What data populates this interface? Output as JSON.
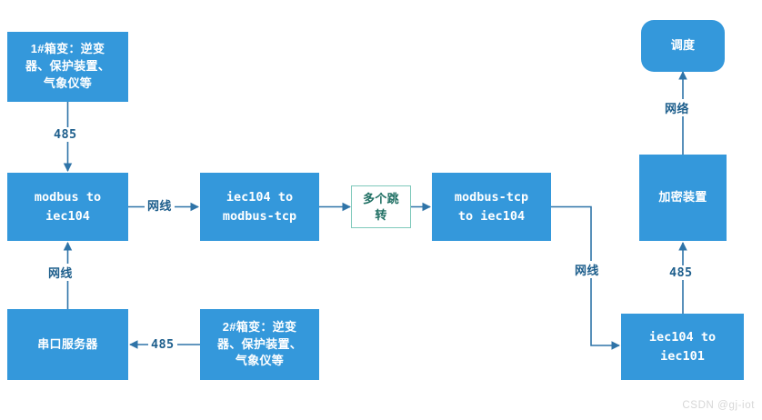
{
  "diagram": {
    "colors": {
      "node_fill": "#3498db",
      "node_text": "#ffffff",
      "outline_node_fill": "#ffffff",
      "outline_node_border": "#7fc9bb",
      "outline_node_text": "#1f6f63",
      "edge_line": "#2f74a8",
      "edge_label_text": "#1d5e8c",
      "background": "#ffffff",
      "watermark_text": "#d7d7d7"
    },
    "nodes": [
      {
        "id": "box1",
        "label": "1#箱变：逆变\n器、保护装置、\n气象仪等"
      },
      {
        "id": "modbus104",
        "label": "modbus to\niec104"
      },
      {
        "id": "serial",
        "label": "串口服务器"
      },
      {
        "id": "box2",
        "label": "2#箱变：逆变\n器、保护装置、\n气象仪等"
      },
      {
        "id": "iec104tcp",
        "label": "iec104 to\nmodbus-tcp"
      },
      {
        "id": "hops",
        "label": "多个跳\n转"
      },
      {
        "id": "tcp104",
        "label": "modbus-tcp\nto iec104"
      },
      {
        "id": "encrypt",
        "label": "加密装置"
      },
      {
        "id": "dispatch",
        "label": "调度"
      },
      {
        "id": "iec101",
        "label": "iec104 to\niec101"
      }
    ],
    "edges": [
      {
        "id": "e1",
        "from": "box1",
        "to": "modbus104",
        "label": "485"
      },
      {
        "id": "e2",
        "from": "serial",
        "to": "modbus104",
        "label": "网线"
      },
      {
        "id": "e3",
        "from": "box2",
        "to": "serial",
        "label": "485"
      },
      {
        "id": "e4",
        "from": "modbus104",
        "to": "iec104tcp",
        "label": "网线"
      },
      {
        "id": "e5",
        "from": "iec104tcp",
        "to": "hops",
        "label": ""
      },
      {
        "id": "e6",
        "from": "hops",
        "to": "tcp104",
        "label": ""
      },
      {
        "id": "e7",
        "from": "tcp104",
        "to": "iec101",
        "label": "网线"
      },
      {
        "id": "e8",
        "from": "iec101",
        "to": "encrypt",
        "label": "485"
      },
      {
        "id": "e9",
        "from": "encrypt",
        "to": "dispatch",
        "label": "网络"
      }
    ]
  },
  "watermark": "CSDN @gj-iot"
}
